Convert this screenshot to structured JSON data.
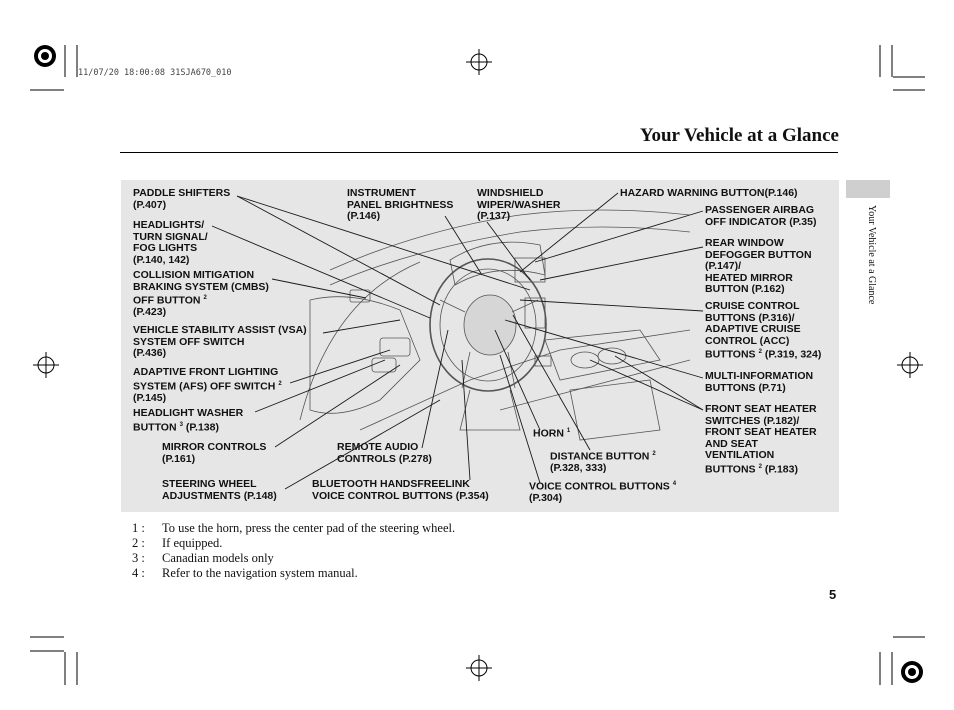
{
  "header": {
    "timestamp": "11/07/20 18:00:08 31SJA670_010",
    "title": "Your Vehicle at a Glance",
    "side_tab": "Your Vehicle at a Glance"
  },
  "labels": {
    "paddle": {
      "l1": "PADDLE SHIFTERS",
      "l2": "(P.407)"
    },
    "headlights": {
      "l1": "HEADLIGHTS/",
      "l2": "TURN SIGNAL/",
      "l3": "FOG LIGHTS",
      "l4": "(P.140, 142)"
    },
    "cmbs": {
      "l1": "COLLISION MITIGATION",
      "l2": "BRAKING SYSTEM (CMBS)",
      "l3": "OFF BUTTON",
      "sup": "2",
      "l4": "(P.423)"
    },
    "vsa": {
      "l1": "VEHICLE STABILITY ASSIST (VSA)",
      "l2": "SYSTEM OFF SWITCH",
      "l3": "(P.436)"
    },
    "afs": {
      "l1": "ADAPTIVE FRONT LIGHTING",
      "l2": "SYSTEM (AFS) OFF SWITCH",
      "sup": "2",
      "l3": "(P.145)"
    },
    "washer": {
      "l1": "HEADLIGHT WASHER",
      "l2": "BUTTON",
      "sup": "3",
      "ref": "(P.138)"
    },
    "mirror": {
      "l1": "MIRROR CONTROLS",
      "l2": "(P.161)"
    },
    "steering": {
      "l1": "STEERING WHEEL",
      "l2": "ADJUSTMENTS",
      "ref": "(P.148)"
    },
    "instrument": {
      "l1": "INSTRUMENT",
      "l2": "PANEL BRIGHTNESS",
      "l3": "(P.146)"
    },
    "wiper": {
      "l1": "WINDSHIELD",
      "l2": "WIPER/WASHER",
      "l3": "(P.137)"
    },
    "remote": {
      "l1": "REMOTE AUDIO",
      "l2": "CONTROLS",
      "ref": "(P.278)"
    },
    "bluetooth": {
      "l1": "BLUETOOTH HANDSFREELINK",
      "l2": "VOICE CONTROL BUTTONS",
      "ref": "(P.354)"
    },
    "hazard": {
      "l1": "HAZARD WARNING BUTTON",
      "ref": "(P.146)"
    },
    "airbag": {
      "l1": "PASSENGER AIRBAG",
      "l2": "OFF INDICATOR",
      "ref": "(P.35)"
    },
    "defogger": {
      "l1": "REAR WINDOW",
      "l2": "DEFOGGER BUTTON",
      "l3": "(P.147)/",
      "l4": "HEATED MIRROR",
      "l5": "BUTTON",
      "ref": "(P.162)"
    },
    "cruise": {
      "l1": "CRUISE CONTROL",
      "l2": "BUTTONS",
      "ref1": "(P.316)/",
      "l3": "ADAPTIVE CRUISE",
      "l4": "CONTROL (ACC)",
      "l5": "BUTTONS",
      "sup": "2",
      "ref2": "(P.319, 324)"
    },
    "multi": {
      "l1": "MULTI-INFORMATION",
      "l2": "BUTTONS",
      "ref": "(P.71)"
    },
    "seat": {
      "l1": "FRONT SEAT HEATER",
      "l2": "SWITCHES",
      "ref1": "(P.182)/",
      "l3": "FRONT SEAT HEATER",
      "l4": "AND SEAT",
      "l5": "VENTILATION",
      "l6": "BUTTONS",
      "sup": "2",
      "ref2": "(P.183)"
    },
    "horn": {
      "l1": "HORN",
      "sup": "1"
    },
    "distance": {
      "l1": "DISTANCE BUTTON",
      "sup": "2",
      "l2": "(P.328, 333)"
    },
    "voice": {
      "l1": "VOICE CONTROL BUTTONS",
      "sup": "4",
      "l2": "(P.304)"
    }
  },
  "notes": [
    {
      "num": "1 :",
      "text": "To use the horn, press the center pad of the steering wheel."
    },
    {
      "num": "2 :",
      "text": "If equipped."
    },
    {
      "num": "3 :",
      "text": "Canadian models only"
    },
    {
      "num": "4 :",
      "text": "Refer to the navigation system manual."
    }
  ],
  "page_number": "5",
  "colors": {
    "panel_bg": "#e6e6e6",
    "side_tab": "#cfcfcf",
    "line": "#222222"
  }
}
